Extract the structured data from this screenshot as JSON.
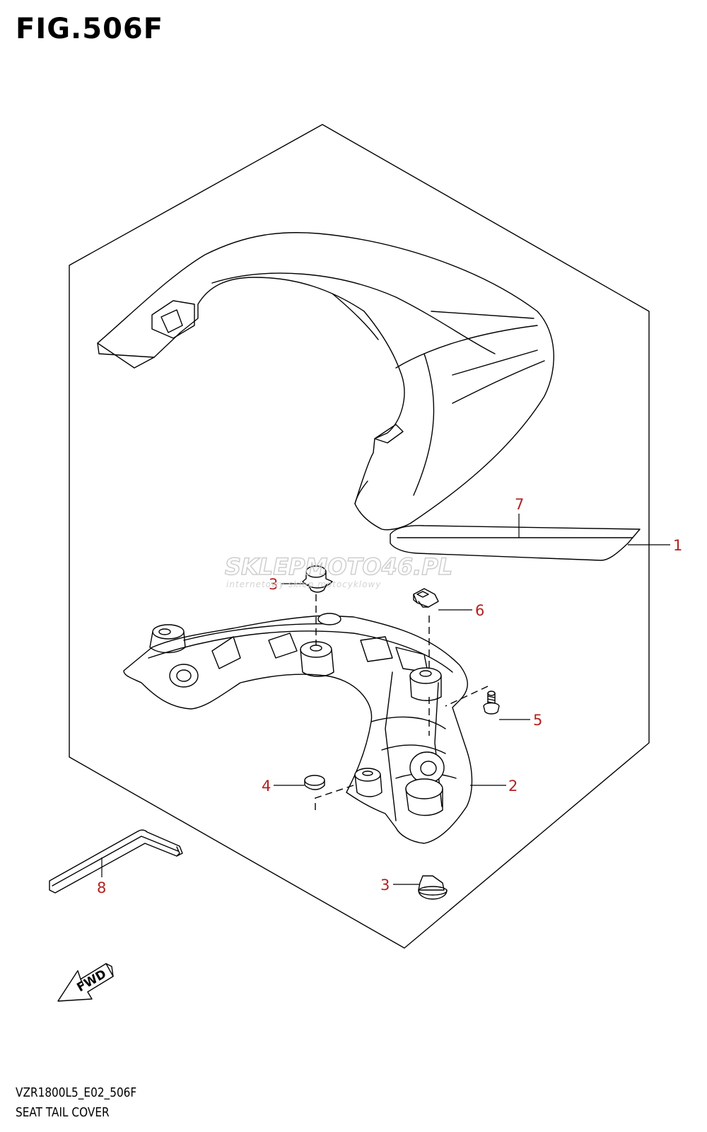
{
  "figure": {
    "title": "FIG.506F",
    "model_code": "VZR1800L5_E02_506F",
    "section_name": "SEAT TAIL COVER"
  },
  "callouts": [
    {
      "id": "c1",
      "label": "1",
      "part": "seat tail cover assembly"
    },
    {
      "id": "c2",
      "label": "2",
      "part": "bracket"
    },
    {
      "id": "c3a",
      "label": "3",
      "part": "cushion (upper)"
    },
    {
      "id": "c3b",
      "label": "3",
      "part": "cushion (lower)"
    },
    {
      "id": "c4",
      "label": "4",
      "part": "cushion"
    },
    {
      "id": "c5",
      "label": "5",
      "part": "screw"
    },
    {
      "id": "c6",
      "label": "6",
      "part": "nut clip"
    },
    {
      "id": "c7",
      "label": "7",
      "part": "emblem strip"
    },
    {
      "id": "c8",
      "label": "8",
      "part": "hex wrench"
    }
  ],
  "fwd_arrow": {
    "label": "FWD"
  },
  "watermark": {
    "brand_a": "SKLEP",
    "brand_b": "MOTO",
    "brand_c": "46",
    "brand_d": ".PL",
    "tagline": "internetowy sklep motocyklowy"
  },
  "colors": {
    "callout": "#b22222",
    "line": "#000000",
    "watermark": "#c9c9c9"
  }
}
